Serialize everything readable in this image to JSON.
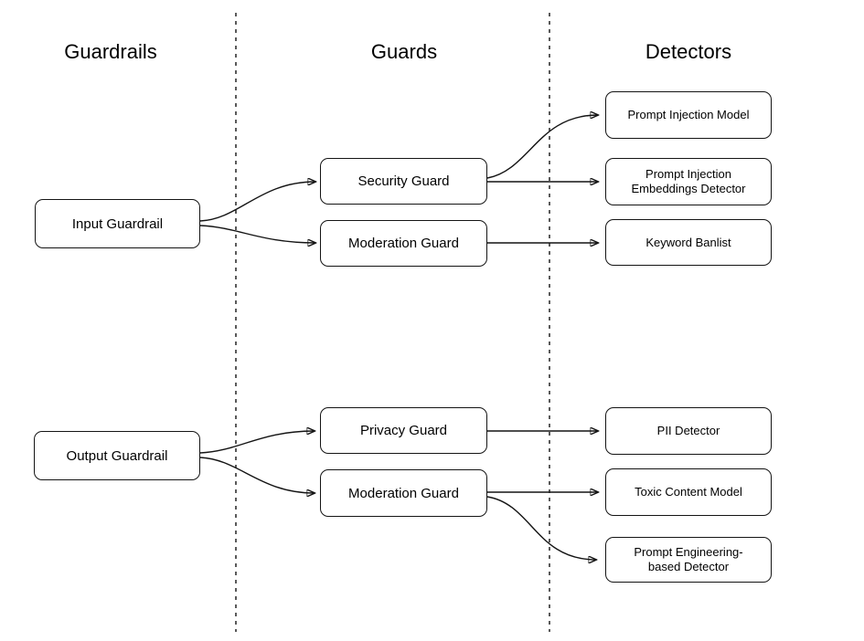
{
  "columns": [
    {
      "label": "Guardrails"
    },
    {
      "label": "Guards"
    },
    {
      "label": "Detectors"
    }
  ],
  "nodes": {
    "input_guardrail": {
      "label": "Input Guardrail",
      "column": "Guardrails"
    },
    "output_guardrail": {
      "label": "Output Guardrail",
      "column": "Guardrails"
    },
    "security_guard": {
      "label": "Security Guard",
      "column": "Guards"
    },
    "moderation_guard_input": {
      "label": "Moderation Guard",
      "column": "Guards"
    },
    "privacy_guard": {
      "label": "Privacy Guard",
      "column": "Guards"
    },
    "moderation_guard_output": {
      "label": "Moderation Guard",
      "column": "Guards"
    },
    "prompt_injection_model": {
      "label": "Prompt Injection Model",
      "column": "Detectors"
    },
    "prompt_injection_embeddings_detector": {
      "label": "Prompt Injection Embeddings Detector",
      "column": "Detectors"
    },
    "keyword_banlist": {
      "label": "Keyword Banlist",
      "column": "Detectors"
    },
    "pii_detector": {
      "label": "PII Detector",
      "column": "Detectors"
    },
    "toxic_content_model": {
      "label": "Toxic Content Model",
      "column": "Detectors"
    },
    "prompt_engineering_based_detector": {
      "label": "Prompt Engineering-based Detector",
      "column": "Detectors"
    }
  },
  "edges": [
    {
      "from": "input_guardrail",
      "to": "security_guard"
    },
    {
      "from": "input_guardrail",
      "to": "moderation_guard_input"
    },
    {
      "from": "security_guard",
      "to": "prompt_injection_model"
    },
    {
      "from": "security_guard",
      "to": "prompt_injection_embeddings_detector"
    },
    {
      "from": "moderation_guard_input",
      "to": "keyword_banlist"
    },
    {
      "from": "output_guardrail",
      "to": "privacy_guard"
    },
    {
      "from": "output_guardrail",
      "to": "moderation_guard_output"
    },
    {
      "from": "privacy_guard",
      "to": "pii_detector"
    },
    {
      "from": "moderation_guard_output",
      "to": "toxic_content_model"
    },
    {
      "from": "moderation_guard_output",
      "to": "prompt_engineering_based_detector"
    }
  ],
  "colors": {
    "background": "#ffffff",
    "box_fill": "#ffffff",
    "box_border": "#141414",
    "line": "#141414",
    "text": "#000000"
  }
}
